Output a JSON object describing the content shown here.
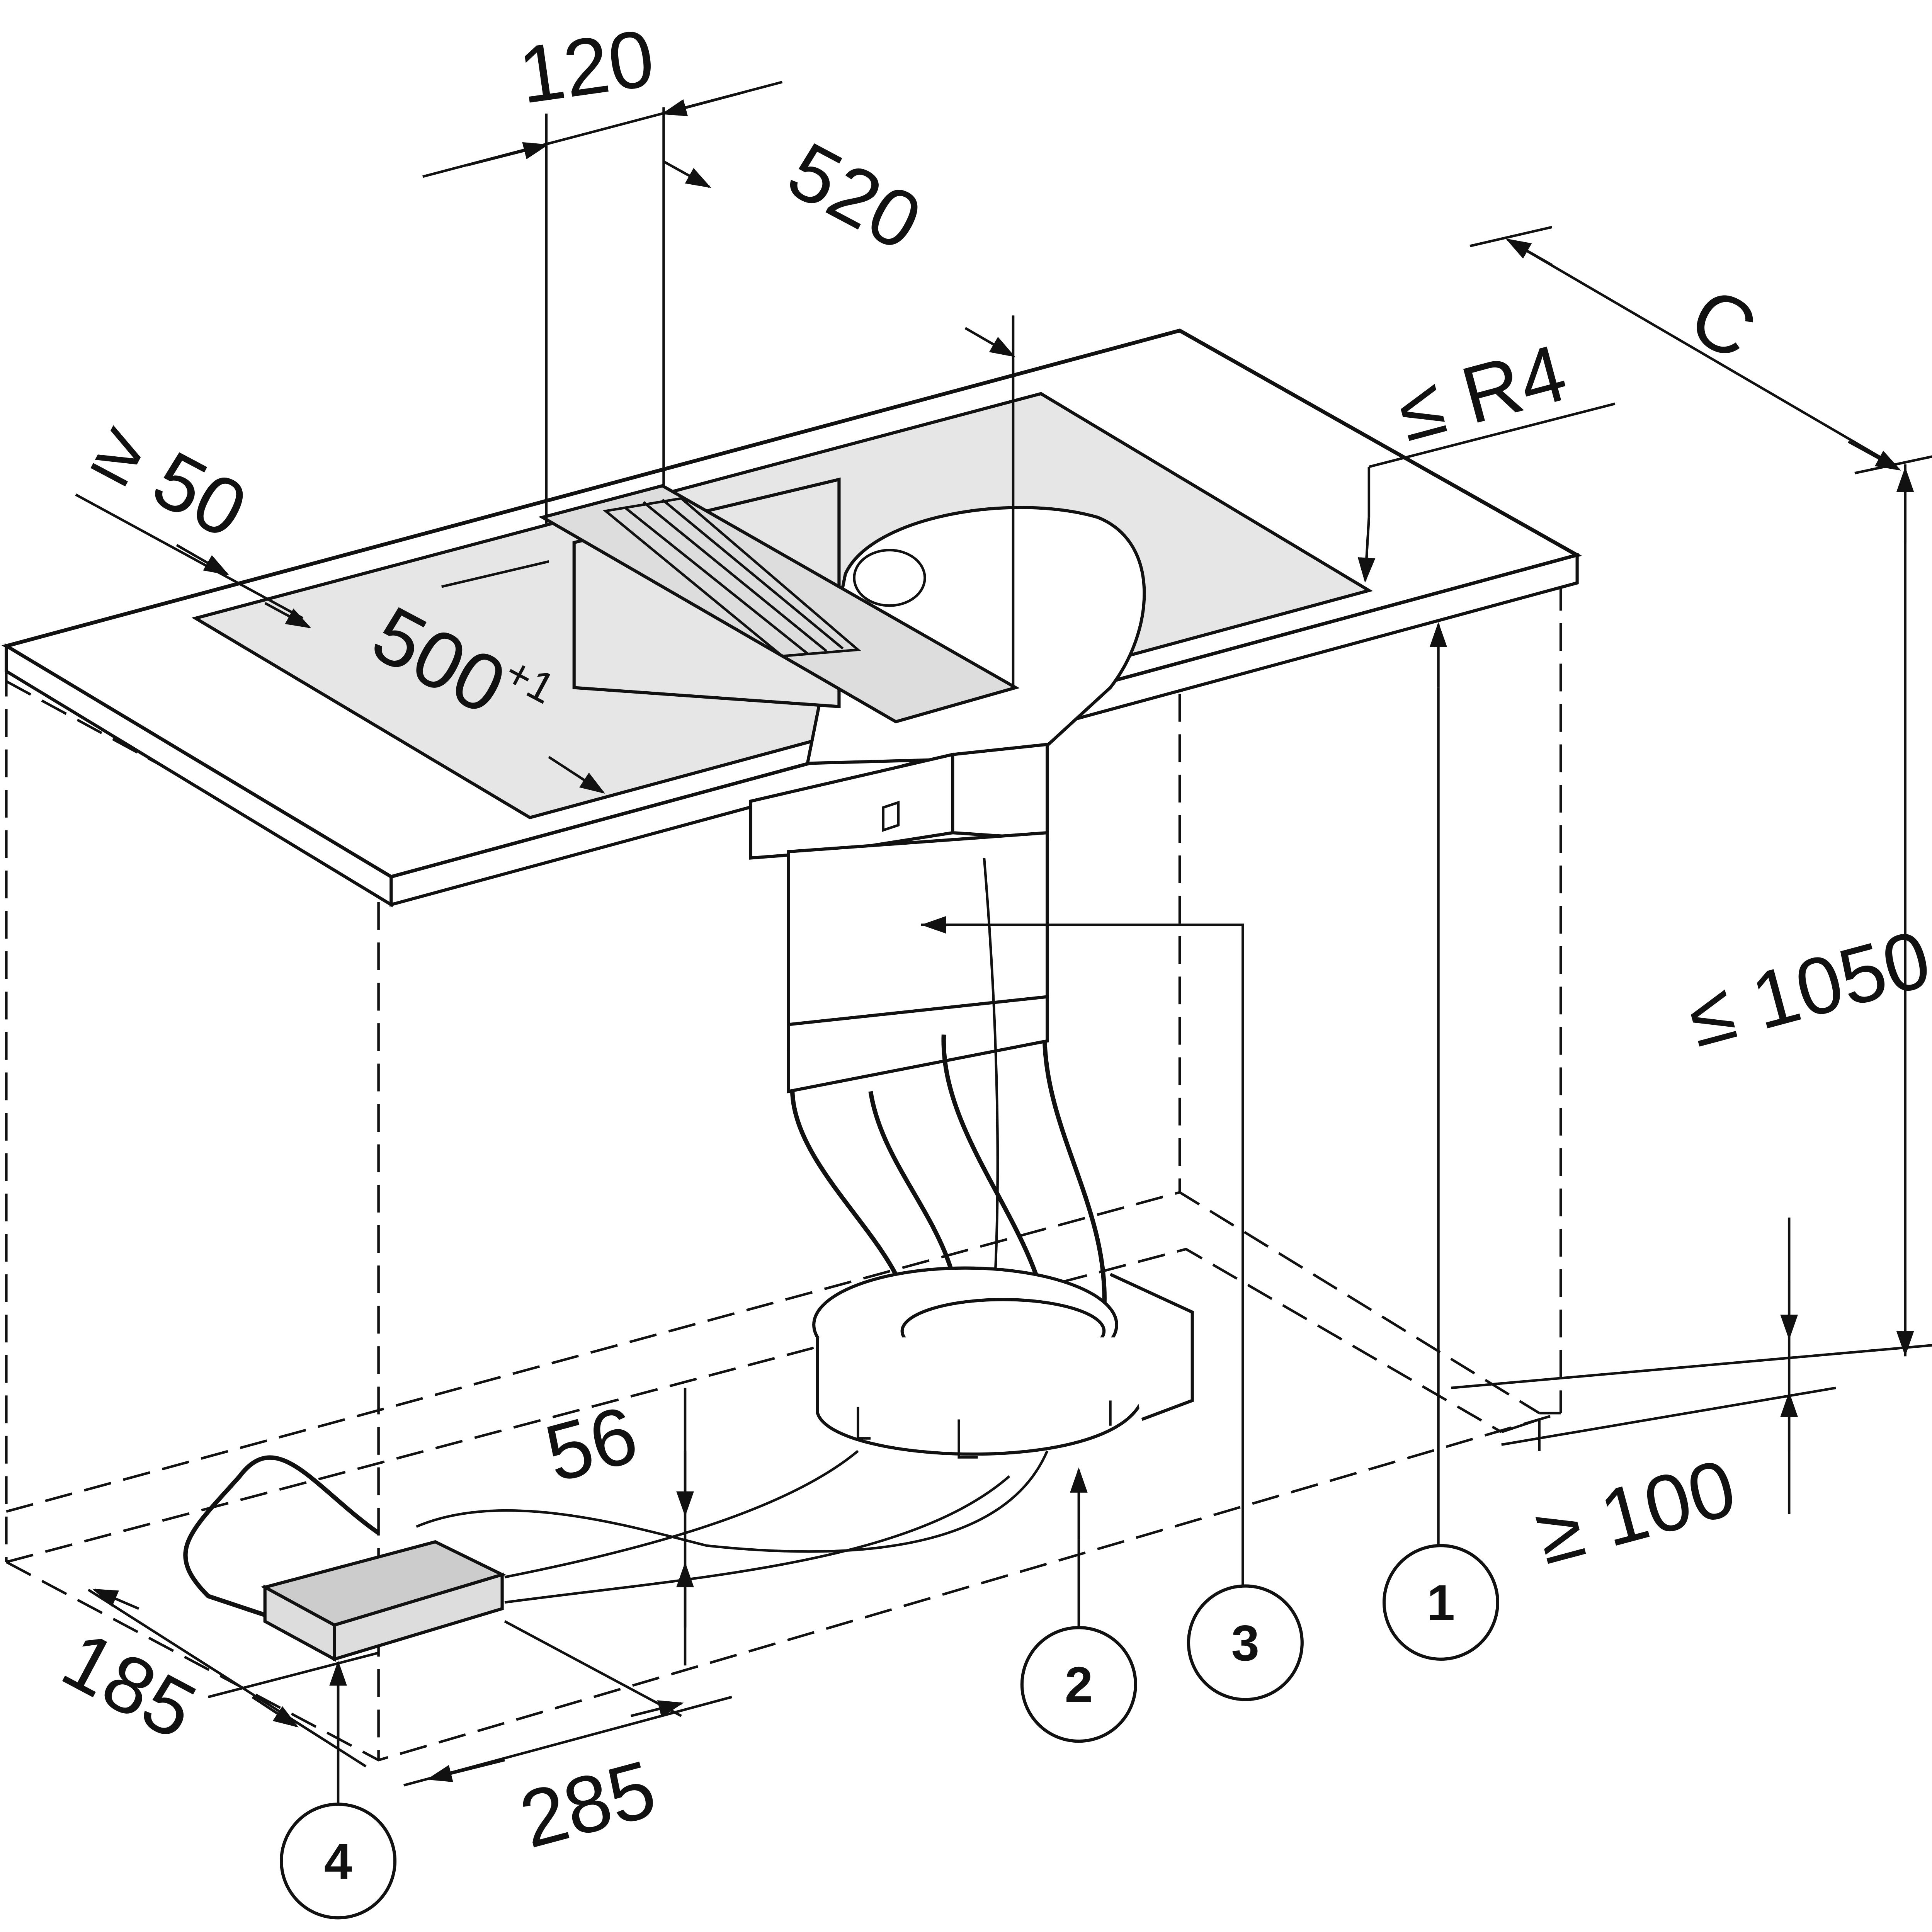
{
  "dimensions": {
    "d120": "120",
    "d520": "520",
    "dC": "C",
    "dR4": "≤ R4",
    "d50": "≥ 50",
    "d500": "500",
    "d500_tol": "+1",
    "d1050": "≤ 1050",
    "d100": "≥ 100",
    "d56": "56",
    "d185": "185",
    "d285": "285"
  },
  "callouts": [
    "1",
    "2",
    "3",
    "4"
  ],
  "colors": {
    "line": "#111111",
    "panel": "#e6e6e6",
    "worktop": "#ffffff"
  }
}
